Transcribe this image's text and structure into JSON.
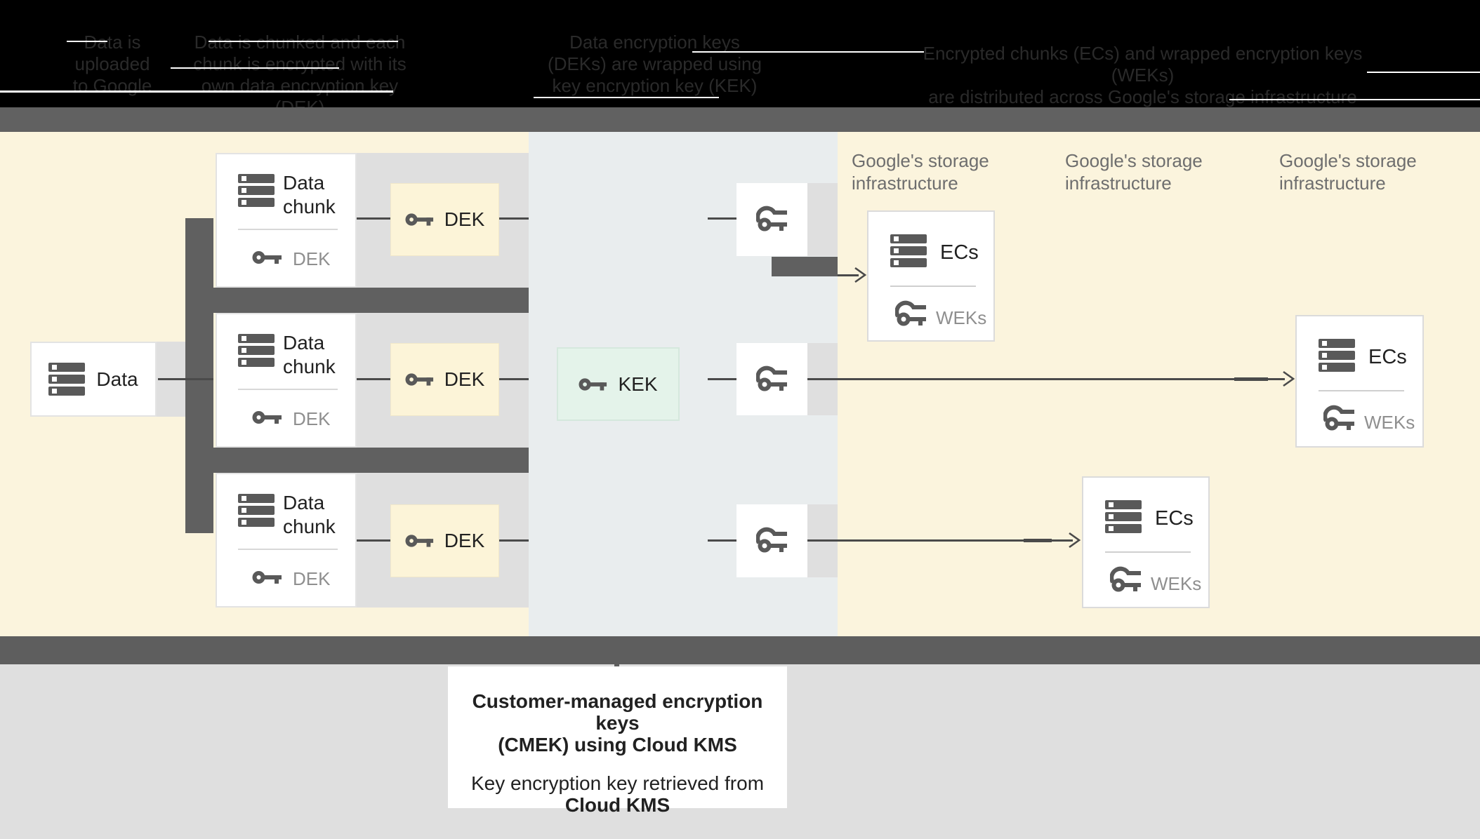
{
  "header": {
    "steps": [
      {
        "lines": [
          "Data is",
          "uploaded",
          "to Google"
        ]
      },
      {
        "lines": [
          "Data is chunked and each",
          "chunk is encrypted with its",
          "own data encryption key (DEK)"
        ]
      },
      {
        "lines": [
          "Data encryption keys",
          "(DEKs) are wrapped using",
          "key encryption key (KEK)"
        ]
      },
      {
        "lines": [
          "Encrypted chunks (ECs) and wrapped encryption keys (WEKs)",
          "are distributed across Google's storage infrastructure",
          ""
        ]
      }
    ]
  },
  "diagram": {
    "data_box": {
      "label": "Data"
    },
    "chunk_boxes": [
      {
        "title_line1": "Data",
        "title_line2": "chunk",
        "key_label": "DEK"
      },
      {
        "title_line1": "Data",
        "title_line2": "chunk",
        "key_label": "DEK"
      },
      {
        "title_line1": "Data",
        "title_line2": "chunk",
        "key_label": "DEK"
      }
    ],
    "dek_boxes": [
      {
        "label": "DEK"
      },
      {
        "label": "DEK"
      },
      {
        "label": "DEK"
      }
    ],
    "kek_box": {
      "label": "KEK"
    },
    "storage_labels": [
      {
        "line1": "Google's storage",
        "line2": "infrastructure"
      },
      {
        "line1": "Google's storage",
        "line2": "infrastructure"
      },
      {
        "line1": "Google's storage",
        "line2": "infrastructure"
      }
    ],
    "ecs_boxes": [
      {
        "title": "ECs",
        "key_label": "WEKs"
      },
      {
        "title": "ECs",
        "key_label": "WEKs"
      },
      {
        "title": "ECs",
        "key_label": "WEKs"
      }
    ]
  },
  "caption": {
    "bold_line1": "Customer-managed encryption keys",
    "bold_line2": "(CMEK) using Cloud KMS",
    "line3": "Key encryption key retrieved from",
    "bold_line4": "Cloud KMS"
  },
  "colors": {
    "header_bg": "#000000",
    "header_text": "#2a2a2a",
    "top_band": "#616161",
    "cream_bg": "#fbf4dd",
    "kms_panel": "#e9edee",
    "row_band": "#dfdfdf",
    "dek_fill": "#fcf4d8",
    "kek_fill": "#e4f3ea",
    "connector_dark": "#606060",
    "line": "#4a4a4a",
    "icon": "#595959",
    "text_primary": "#212121",
    "text_muted": "#8f8f8f",
    "storage_label": "#6e6e6e",
    "bottom_band": "#5e5e5e",
    "bottom_bg": "#dfdfdf",
    "box_white": "#ffffff"
  }
}
